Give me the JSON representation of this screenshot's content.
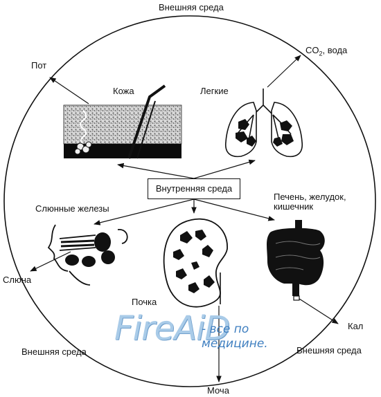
{
  "labels": {
    "outer_top": "Внешняя среда",
    "outer_bottom_left": "Внешняя среда",
    "outer_bottom_right": "Внешняя среда",
    "center": "Внутренняя среда",
    "skin": "Кожа",
    "lungs": "Легкие",
    "sweat": "Пот",
    "co2_prefix": "CO",
    "co2_sub": "2",
    "co2_suffix": ", вода",
    "salivary": "Слюнные железы",
    "saliva": "Слюна",
    "kidney": "Почка",
    "urine": "Моча",
    "digestive_line1": "Печень, желудок,",
    "digestive_line2": "кишечник",
    "feces": "Кал"
  },
  "watermark": {
    "logo": "FireAiD",
    "tagline_line1": "- все по",
    "tagline_line2": "медицине."
  }
}
